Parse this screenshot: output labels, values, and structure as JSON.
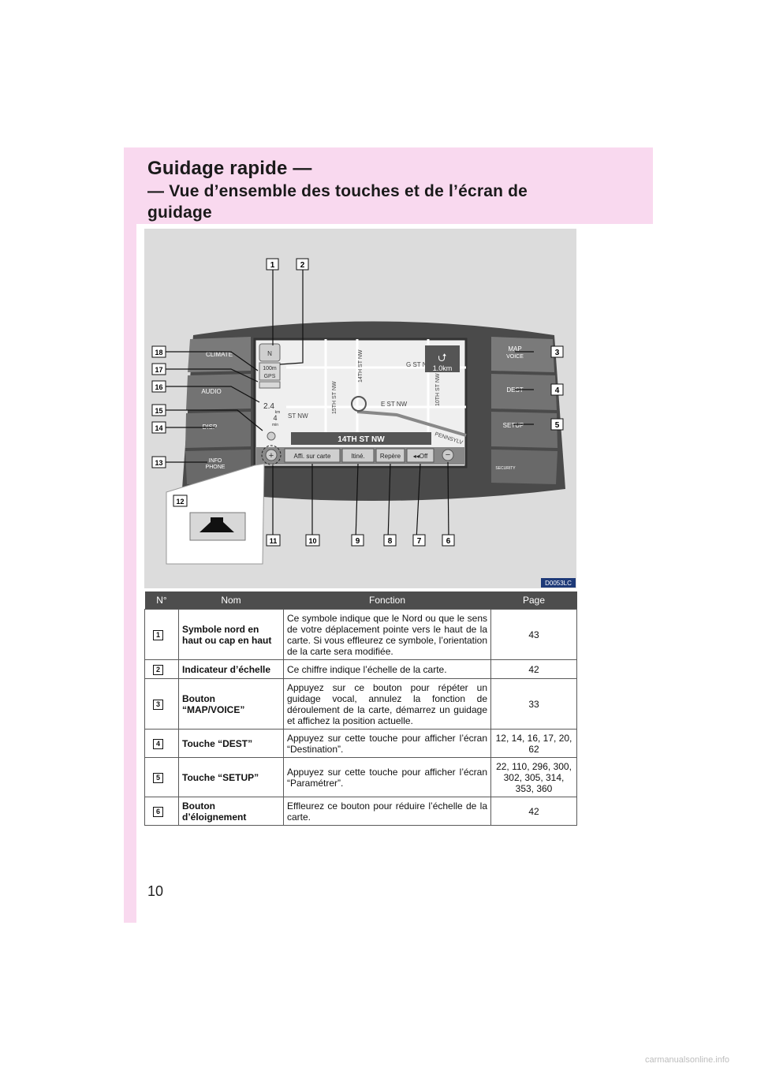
{
  "header": {
    "title_line1": "Guidage rapide —",
    "title_line2": "— Vue d’ensemble des touches et de l’écran de",
    "title_line3": "guidage"
  },
  "figure": {
    "code": "D0053LC",
    "callouts": [
      "1",
      "2",
      "3",
      "4",
      "5",
      "6",
      "7",
      "8",
      "9",
      "10",
      "11",
      "12",
      "13",
      "14",
      "15",
      "16",
      "17",
      "18"
    ],
    "left_buttons": [
      "CLIMATE",
      "AUDIO",
      "DISP",
      "INFO",
      "PHONE"
    ],
    "right_buttons": [
      "MAP",
      "VOICE",
      "DEST",
      "SETUP",
      "SECURITY"
    ],
    "map": {
      "streets": [
        "G ST NW",
        "E ST NW",
        "ST NW",
        "15TH ST NW",
        "14TH ST NW",
        "10TH ST NW",
        "PENNSYLV"
      ],
      "current_street": "14TH ST NW",
      "turn_distance": "1.0km",
      "scale": "100m",
      "gps": "GPS",
      "dist_value": "2.4",
      "dist_unit": "km",
      "time_value": "4",
      "time_unit": "min",
      "north": "N"
    },
    "bottom_buttons": [
      "Affi. sur carte",
      "Itiné.",
      "Repère",
      "◂◂Off"
    ]
  },
  "table": {
    "headers": [
      "N°",
      "Nom",
      "Fonction",
      "Page"
    ],
    "rows": [
      {
        "no": "1",
        "nom": "Symbole nord en haut ou cap en haut",
        "fonction": "Ce symbole indique que le Nord ou que le sens de votre déplacement pointe vers le haut de la carte. Si vous effleurez ce symbole, l’orientation de la carte sera modifiée.",
        "page": "43"
      },
      {
        "no": "2",
        "nom": "Indicateur d’échelle",
        "fonction": "Ce chiffre indique l’échelle de la carte.",
        "page": "42"
      },
      {
        "no": "3",
        "nom": "Bouton “MAP/VOICE”",
        "fonction": "Appuyez sur ce bouton pour répéter un guidage vocal, annulez la fonction de déroulement de la carte, démarrez un guidage et affichez la position actuelle.",
        "page": "33"
      },
      {
        "no": "4",
        "nom": "Touche “DEST”",
        "fonction": "Appuyez sur cette touche pour afficher l’écran “Destination”.",
        "page": "12, 14, 16, 17, 20, 62"
      },
      {
        "no": "5",
        "nom": "Touche “SETUP”",
        "fonction": "Appuyez sur cette touche pour afficher l’écran “Paramétrer”.",
        "page": "22, 110, 296, 300, 302, 305, 314, 353, 360"
      },
      {
        "no": "6",
        "nom": "Bouton d’éloignement",
        "fonction": "Effleurez ce bouton pour réduire l’échelle de la carte.",
        "page": "42"
      }
    ]
  },
  "page_number": "10",
  "watermark": "carmanualsonline.info"
}
